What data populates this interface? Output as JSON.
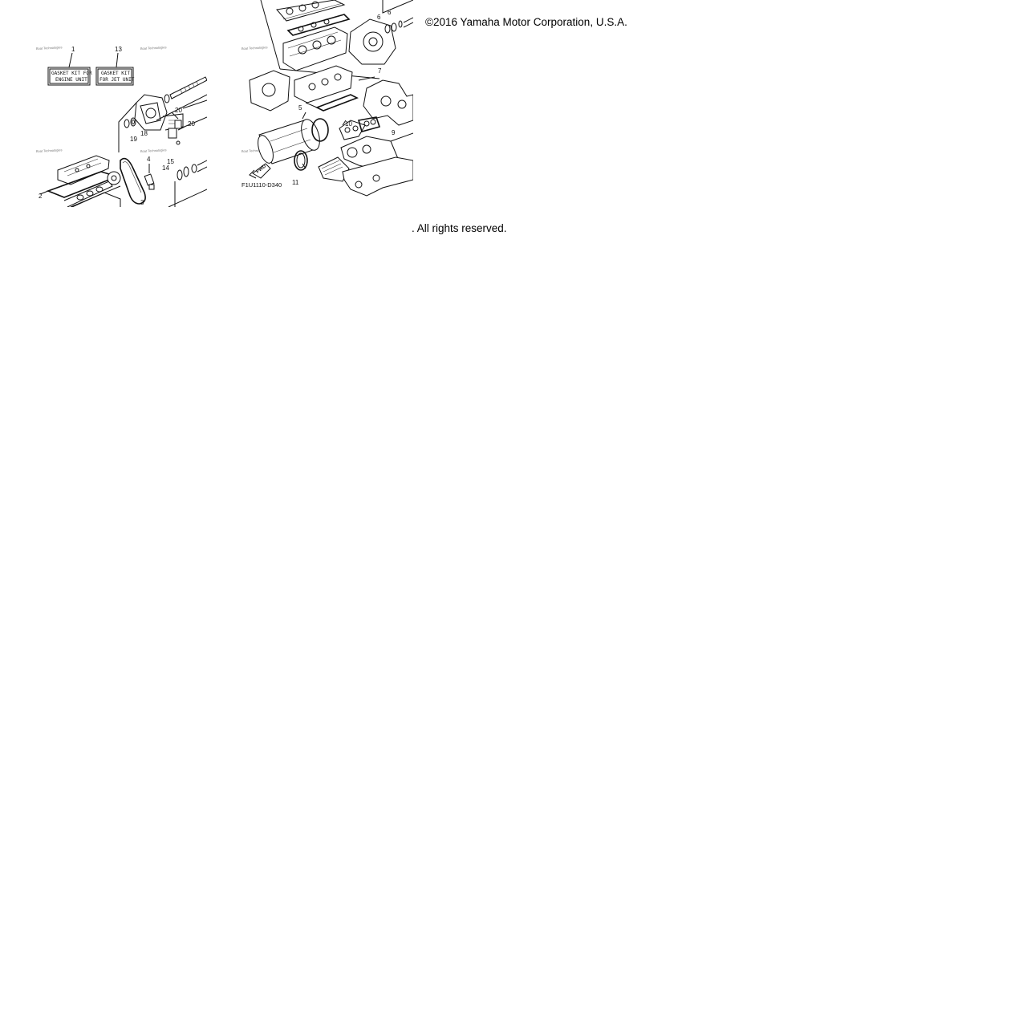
{
  "copyright": "©2016 Yamaha Motor Corporation, U.S.A.",
  "rights": ". All rights reserved.",
  "diagram_code": "F1U1110-D340",
  "fwd_label": "FWD",
  "gasket_kit_engine": [
    "GASKET KIT FOR",
    "ENGINE UNIT"
  ],
  "gasket_kit_jet": [
    "GASKET KIT",
    "FOR JET UNIT"
  ],
  "watermark": "Boat Technologies",
  "callouts_left": [
    "1",
    "13",
    "20",
    "20",
    "18",
    "19",
    "4",
    "15",
    "14",
    "2",
    "3"
  ],
  "callouts_right": [
    "6",
    "6",
    "7",
    "5",
    "10",
    "9",
    "11"
  ]
}
